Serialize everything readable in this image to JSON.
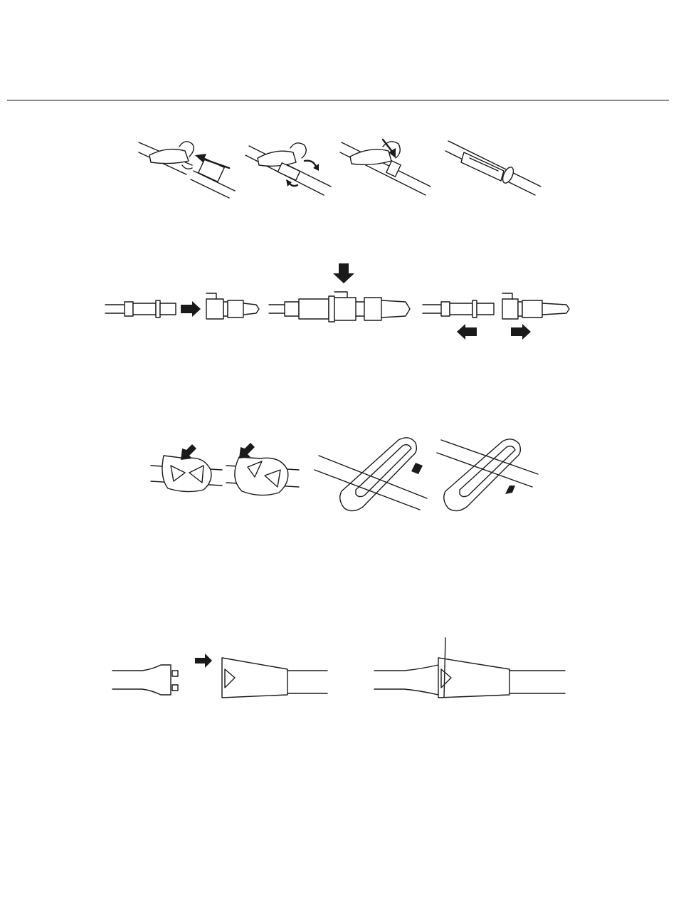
{
  "page": {
    "background": "#ffffff",
    "rule_color": "#8a8a8a",
    "ink_color": "#1a1a1a"
  },
  "illustrations": [
    {
      "name": "tube-clip-connection-sequence",
      "panels": 4
    },
    {
      "name": "quick-connector-connect-disconnect",
      "panels": 3
    },
    {
      "name": "tube-clamp-and-holder",
      "panels": 4
    },
    {
      "name": "tube-end-connector-insertion",
      "panels": 2
    }
  ]
}
